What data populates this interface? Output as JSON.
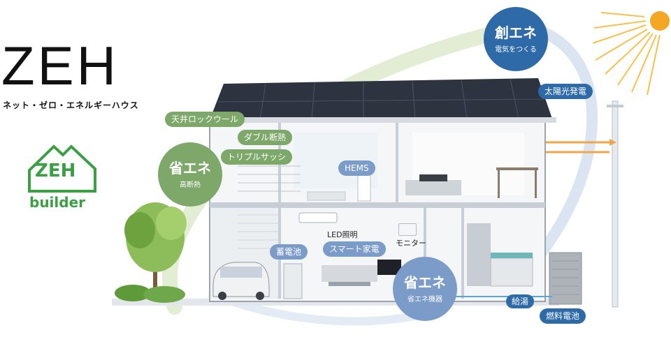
{
  "logo": {
    "main": "ZEH",
    "subtitle": "ネット・ゼロ・エネルギーハウス"
  },
  "builder_badge": {
    "top": "ZEH",
    "bottom": "builder"
  },
  "insulation_circle": {
    "title": "省エネ",
    "subtitle": "高断熱",
    "items": [
      "天井ロックウール",
      "ダブル断熱",
      "トリプルサッシ"
    ]
  },
  "create_circle": {
    "title": "創エネ",
    "subtitle": "電気をつくる"
  },
  "saving_circle": {
    "title": "省エネ",
    "subtitle": "省エネ機器"
  },
  "labels": {
    "solar": "太陽光発電",
    "hems": "HEMS",
    "led": "LED照明",
    "monitor": "モニター",
    "battery": "蓄電池",
    "smart": "スマート家電",
    "hot_water": "給湯",
    "fuel_cell": "燃料電池"
  },
  "colors": {
    "green": "#7ea86a",
    "blue": "#2e6aa8",
    "light_blue": "#7b9bc8",
    "badge_green": "#3aa043",
    "sun": "#f5a623"
  }
}
